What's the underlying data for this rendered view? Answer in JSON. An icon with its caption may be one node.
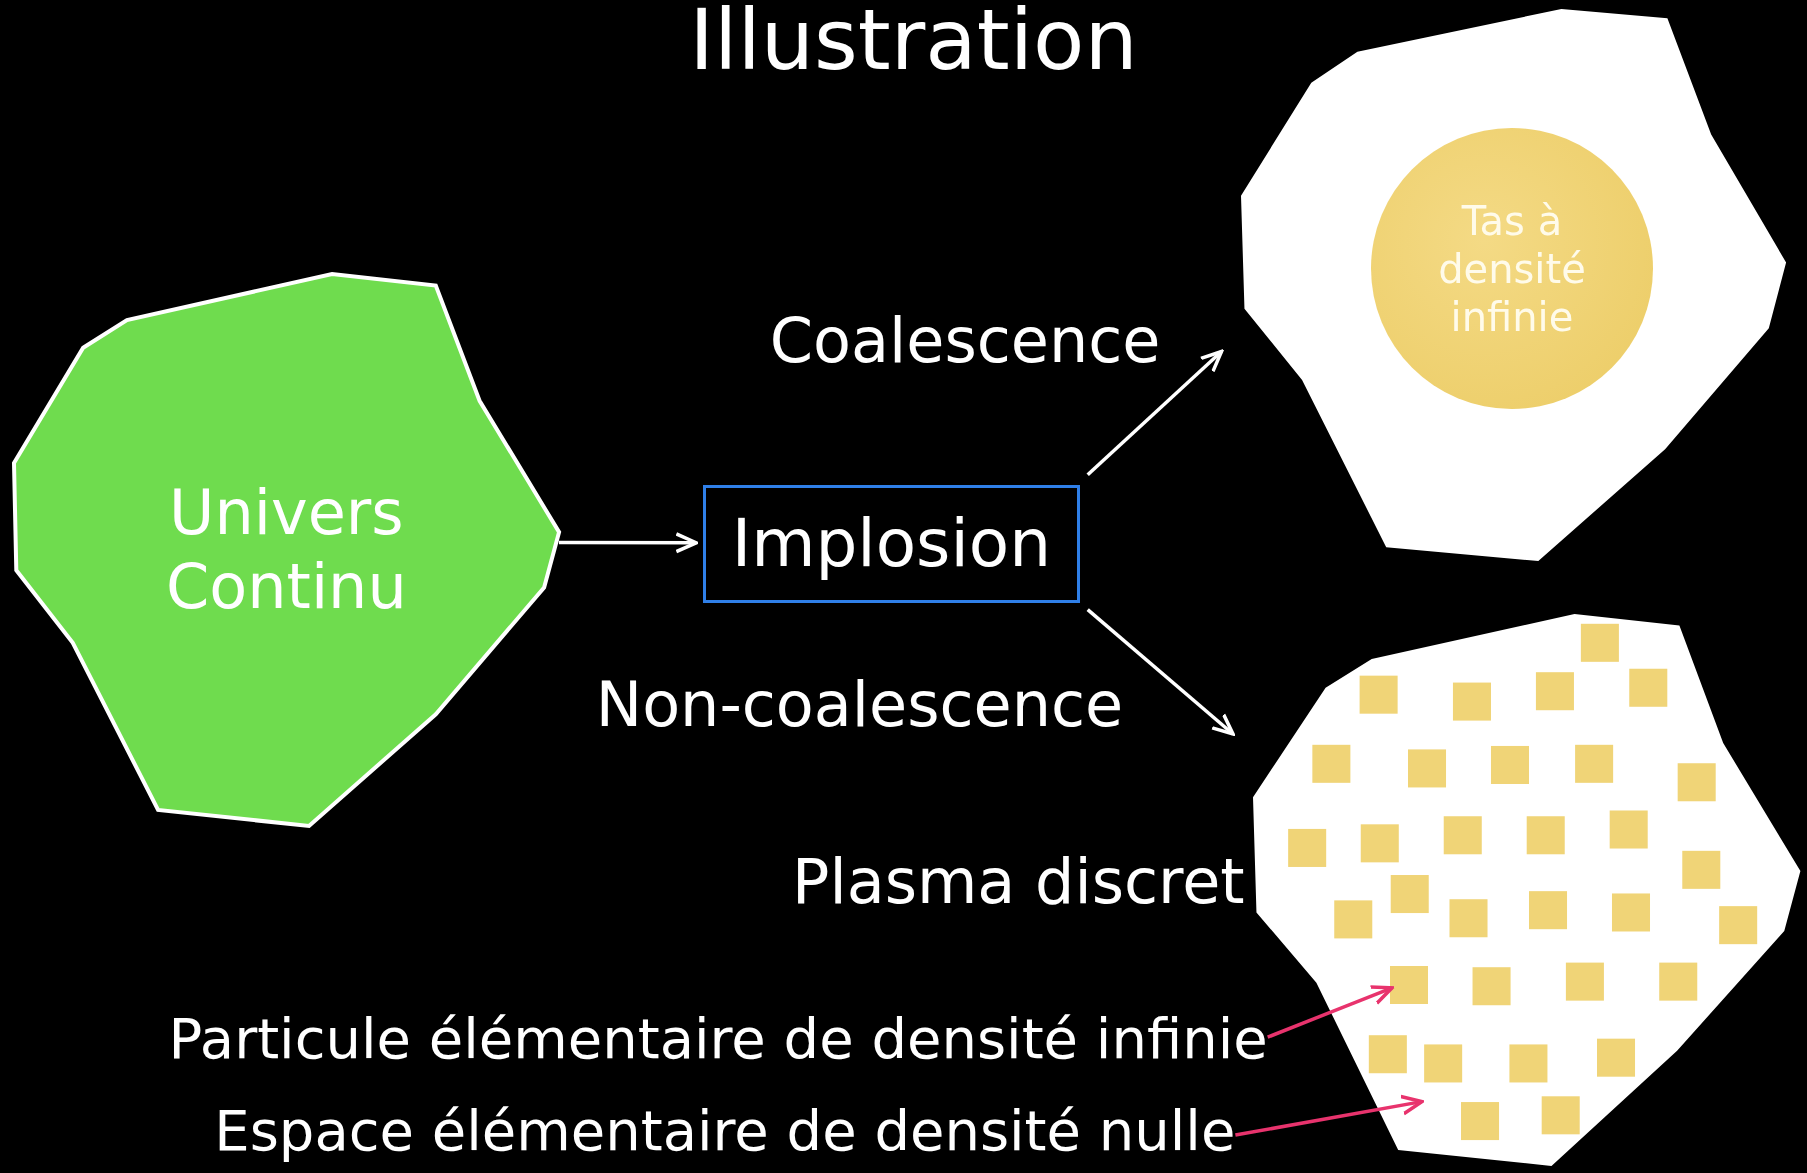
{
  "diagram": {
    "title": "Illustration",
    "nodes": [
      {
        "text": [
          "Univers Continu"
        ]
      },
      {
        "text": [
          "Implosion"
        ]
      },
      {
        "text": [],
        "shape": "polygon"
      },
      {
        "text": [
          "Tas à densité infinie"
        ],
        "in": 2
      },
      {
        "text": [],
        "shape": "polygon",
        "beside": [
          "Plasma discret"
        ]
      },
      {
        "text": [
          "Particule élémentaire de densité infinie"
        ]
      },
      {
        "text": [
          "Espace élémentaire de densité nulle"
        ]
      },
      {
        "text": [],
        "shape": "box",
        "in": 4
      }
    ],
    "edges": [
      {
        "from": 0,
        "to": 1,
        "arrow": "to"
      },
      {
        "from": 1,
        "to": 2,
        "arrow": "to",
        "label": "Coalescence"
      },
      {
        "from": 1,
        "to": 4,
        "arrow": "to",
        "label": "Non-coalescence"
      },
      {
        "from": 5,
        "to": 7,
        "arrow": "to",
        "color": "#e8336d"
      },
      {
        "from": 6,
        "to": 4,
        "arrow": "to",
        "color": "#e8336d"
      }
    ]
  }
}
